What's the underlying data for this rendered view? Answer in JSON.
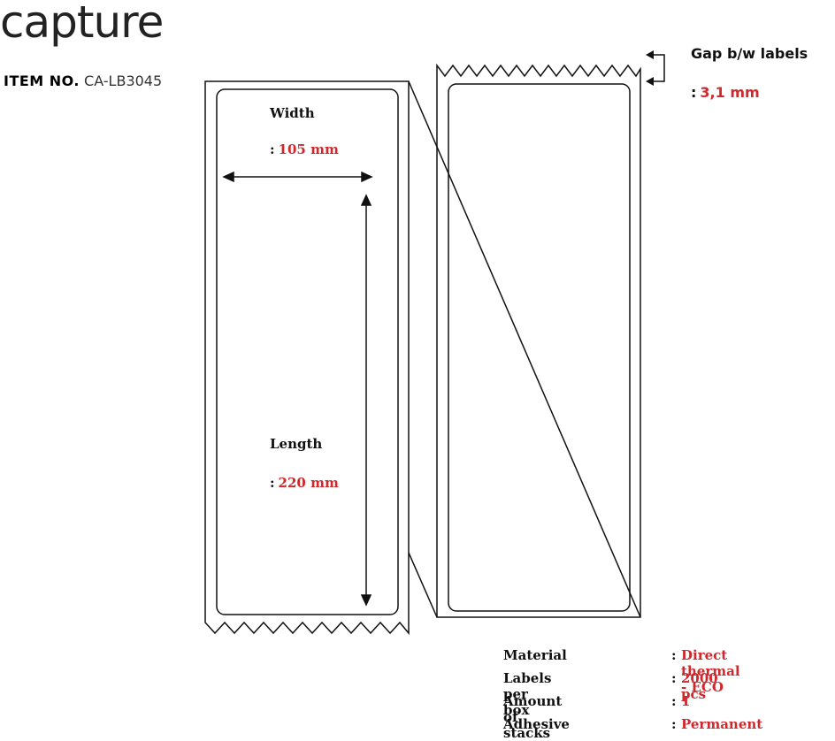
{
  "brand": {
    "logo_text": "capture"
  },
  "item": {
    "label": "ITEM NO.",
    "value": "CA-LB3045"
  },
  "width": {
    "label": "Width",
    "value": "105 mm"
  },
  "length": {
    "label": "Length",
    "value": "220 mm"
  },
  "gap": {
    "label": "Gap b/w labels",
    "value": "3,1 mm"
  },
  "separator": ":",
  "specs": [
    {
      "key": "Material",
      "value": "Direct thermal - ECO"
    },
    {
      "key": "Labels per box",
      "value": "2000 pcs"
    },
    {
      "key": "Amount of stacks",
      "value": "1"
    },
    {
      "key": "Adhesive",
      "value": "Permanent"
    }
  ],
  "colors": {
    "accent": "#d0282c",
    "line": "#111111"
  }
}
